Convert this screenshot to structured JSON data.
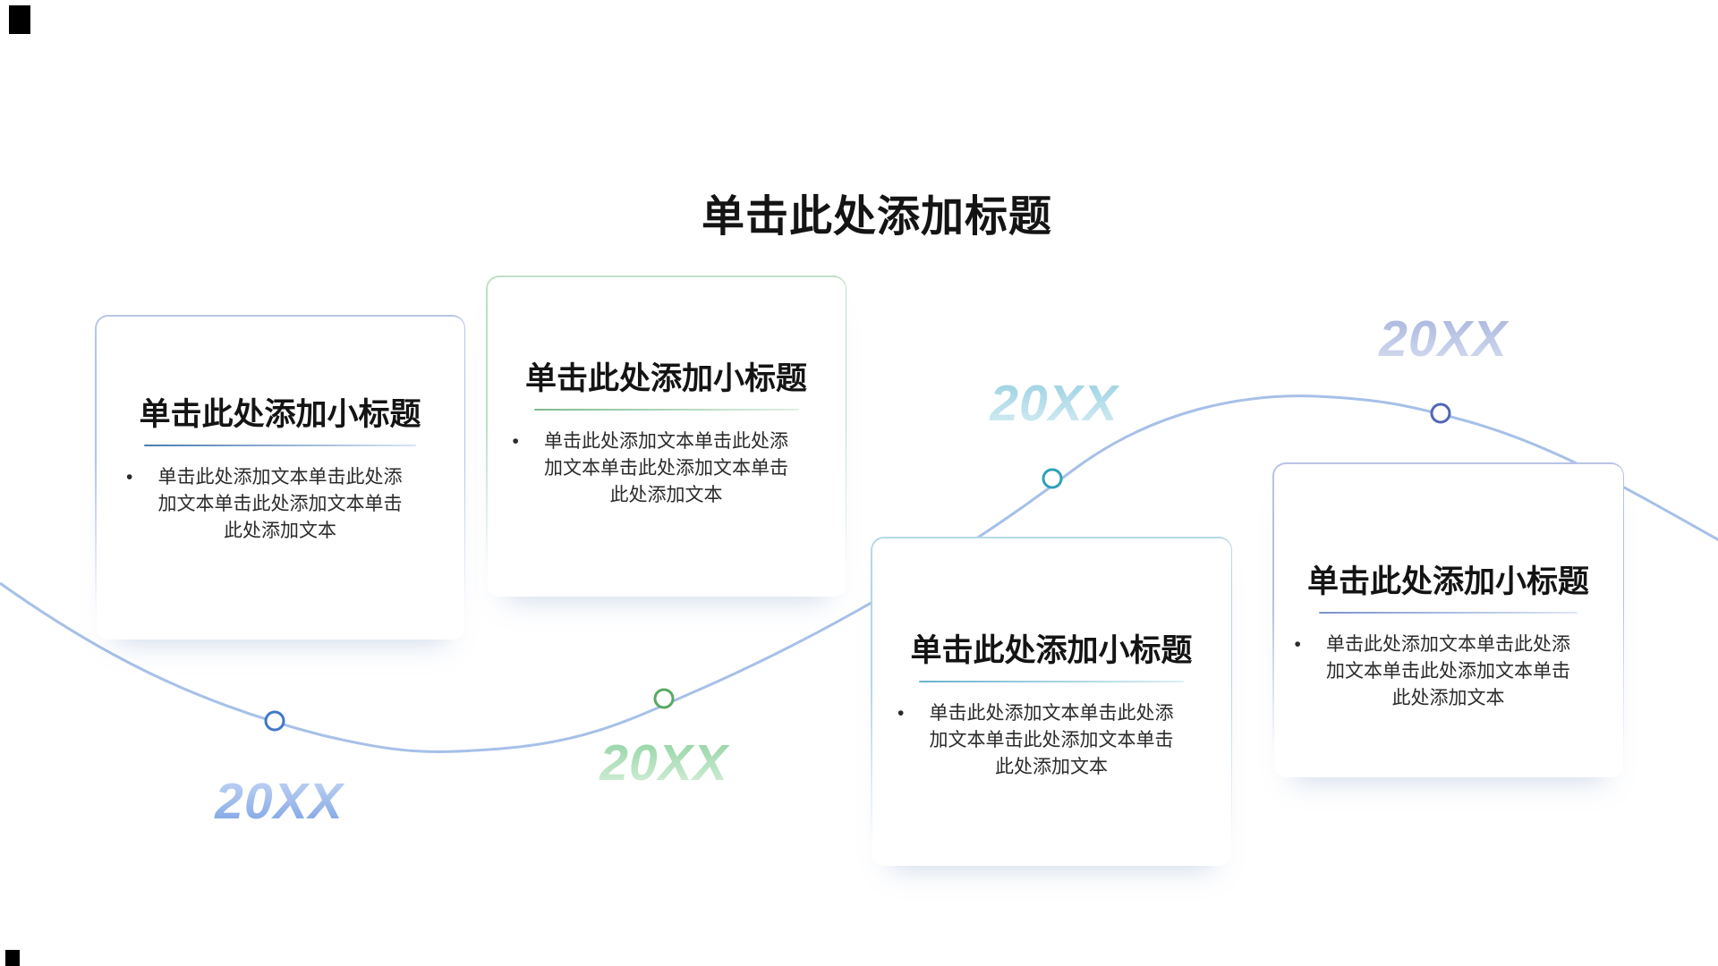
{
  "slide": {
    "title": "单击此处添加标题"
  },
  "cards": [
    {
      "subtitle": "单击此处添加小标题",
      "bullet": "•",
      "lines": [
        "单击此处添加文本单击此处添",
        "加文本单击此处添加文本单击",
        "此处添加文本"
      ],
      "border_color": "#b7c6e6",
      "divider_from": "#4a7ab2",
      "divider_to": "#d9e6f4"
    },
    {
      "subtitle": "单击此处添加小标题",
      "bullet": "•",
      "lines": [
        "单击此处添加文本单击此处添",
        "加文本单击此处添加文本单击",
        "此处添加文本"
      ],
      "border_color": "#bfe0c8",
      "divider_from": "#7fb98c",
      "divider_to": "#e0f1e5"
    },
    {
      "subtitle": "单击此处添加小标题",
      "bullet": "•",
      "lines": [
        "单击此处添加文本单击此处添",
        "加文本单击此处添加文本单击",
        "此处添加文本"
      ],
      "border_color": "#b6d9e8",
      "divider_from": "#69b2cc",
      "divider_to": "#def0f6"
    },
    {
      "subtitle": "单击此处添加小标题",
      "bullet": "•",
      "lines": [
        "单击此处添加文本单击此处添",
        "加文本单击此处添加文本单击",
        "此处添加文本"
      ],
      "border_color": "#b9c3e6",
      "divider_from": "#7a90c8",
      "divider_to": "#e0e6f6"
    }
  ],
  "timeline": {
    "curve_color": "#a6c0e8",
    "labels": [
      {
        "text": "20XX",
        "from": "#c6d6f4",
        "to": "#7ba2e4"
      },
      {
        "text": "20XX",
        "from": "#8ed2a0",
        "to": "#d8f0dc"
      },
      {
        "text": "20XX",
        "from": "#97cfe2",
        "to": "#d8eef4"
      },
      {
        "text": "20XX",
        "from": "#a5b3dc",
        "to": "#d8def2"
      }
    ],
    "nodes": [
      {
        "color": "#4178c4"
      },
      {
        "color": "#58a863"
      },
      {
        "color": "#2ea0ba"
      },
      {
        "color": "#5066b4"
      }
    ]
  }
}
